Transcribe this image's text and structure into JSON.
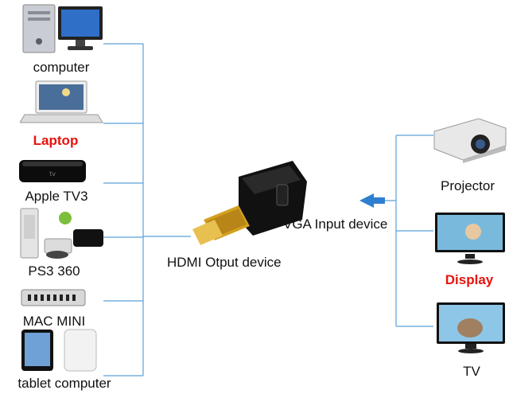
{
  "left_devices": [
    {
      "label": "computer",
      "highlight": false,
      "icon": "desktop-computer-icon"
    },
    {
      "label": "Laptop",
      "highlight": true,
      "icon": "laptop-icon"
    },
    {
      "label": "Apple TV3",
      "highlight": false,
      "icon": "apple-tv-icon"
    },
    {
      "label": "PS3 360",
      "highlight": false,
      "icon": "game-console-icon"
    },
    {
      "label": "MAC MINI",
      "highlight": false,
      "icon": "mac-mini-icon"
    },
    {
      "label": "tablet computer",
      "highlight": false,
      "icon": "tablet-icon"
    }
  ],
  "right_devices": [
    {
      "label": "Projector",
      "highlight": false,
      "icon": "projector-icon"
    },
    {
      "label": "Display",
      "highlight": true,
      "icon": "monitor-icon"
    },
    {
      "label": "TV",
      "highlight": false,
      "icon": "tv-icon"
    }
  ],
  "adapter": {
    "hdmi_label": "HDMI Otput device",
    "vga_label": "VGA Input device",
    "icon": "hdmi-to-vga-adapter-icon"
  },
  "colors": {
    "line": "#5aa0d8",
    "arrow": "#2f7fd0",
    "highlight_text": "#e8120c"
  }
}
